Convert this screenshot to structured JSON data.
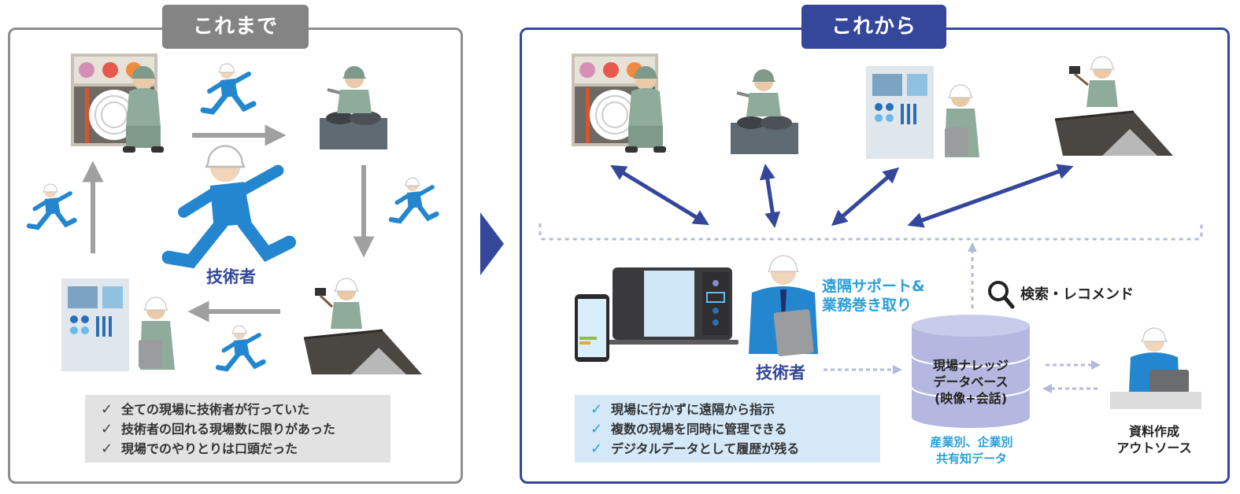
{
  "before": {
    "tab_label": "これまで",
    "tech_label": "技術者",
    "checks": [
      "全ての現場に技術者が行っていた",
      "技術者の回れる現場数に限りがあった",
      "現場でのやりとりは口頭だった"
    ]
  },
  "after": {
    "tab_label": "これから",
    "tech_label": "技術者",
    "remote_support": [
      "遠隔サポート&",
      "業務巻き取り"
    ],
    "search_label": "検索・レコメンド",
    "database": [
      "現場ナレッジ",
      "データベース",
      "(映像+会話)"
    ],
    "shared_data": [
      "産業別、企業別",
      "共有知データ"
    ],
    "outsource": [
      "資料作成",
      "アウトソース"
    ],
    "checks": [
      "現場に行かずに遠隔から指示",
      "複数の現場を同時に管理できる",
      "デジタルデータとして履歴が残る"
    ]
  },
  "check_symbol": "✓",
  "colors": {
    "gray_border": "#8e8e8e",
    "navy": "#34479a",
    "accent_blue": "#2a9fd8",
    "worker_green": "#8fab9b",
    "worker_blue": "#2386cf"
  }
}
